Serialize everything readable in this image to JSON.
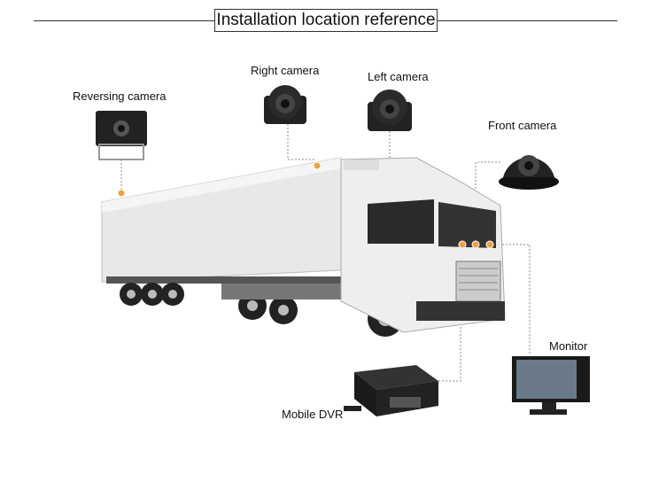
{
  "title": "Installation location reference",
  "labels": {
    "reversing_camera": "Reversing camera",
    "right_camera": "Right camera",
    "left_camera": "Left camera",
    "front_camera": "Front camera",
    "monitor": "Monitor",
    "mobile_dvr": "Mobile DVR"
  },
  "colors": {
    "marker": "#f0a040",
    "line": "#888888"
  }
}
